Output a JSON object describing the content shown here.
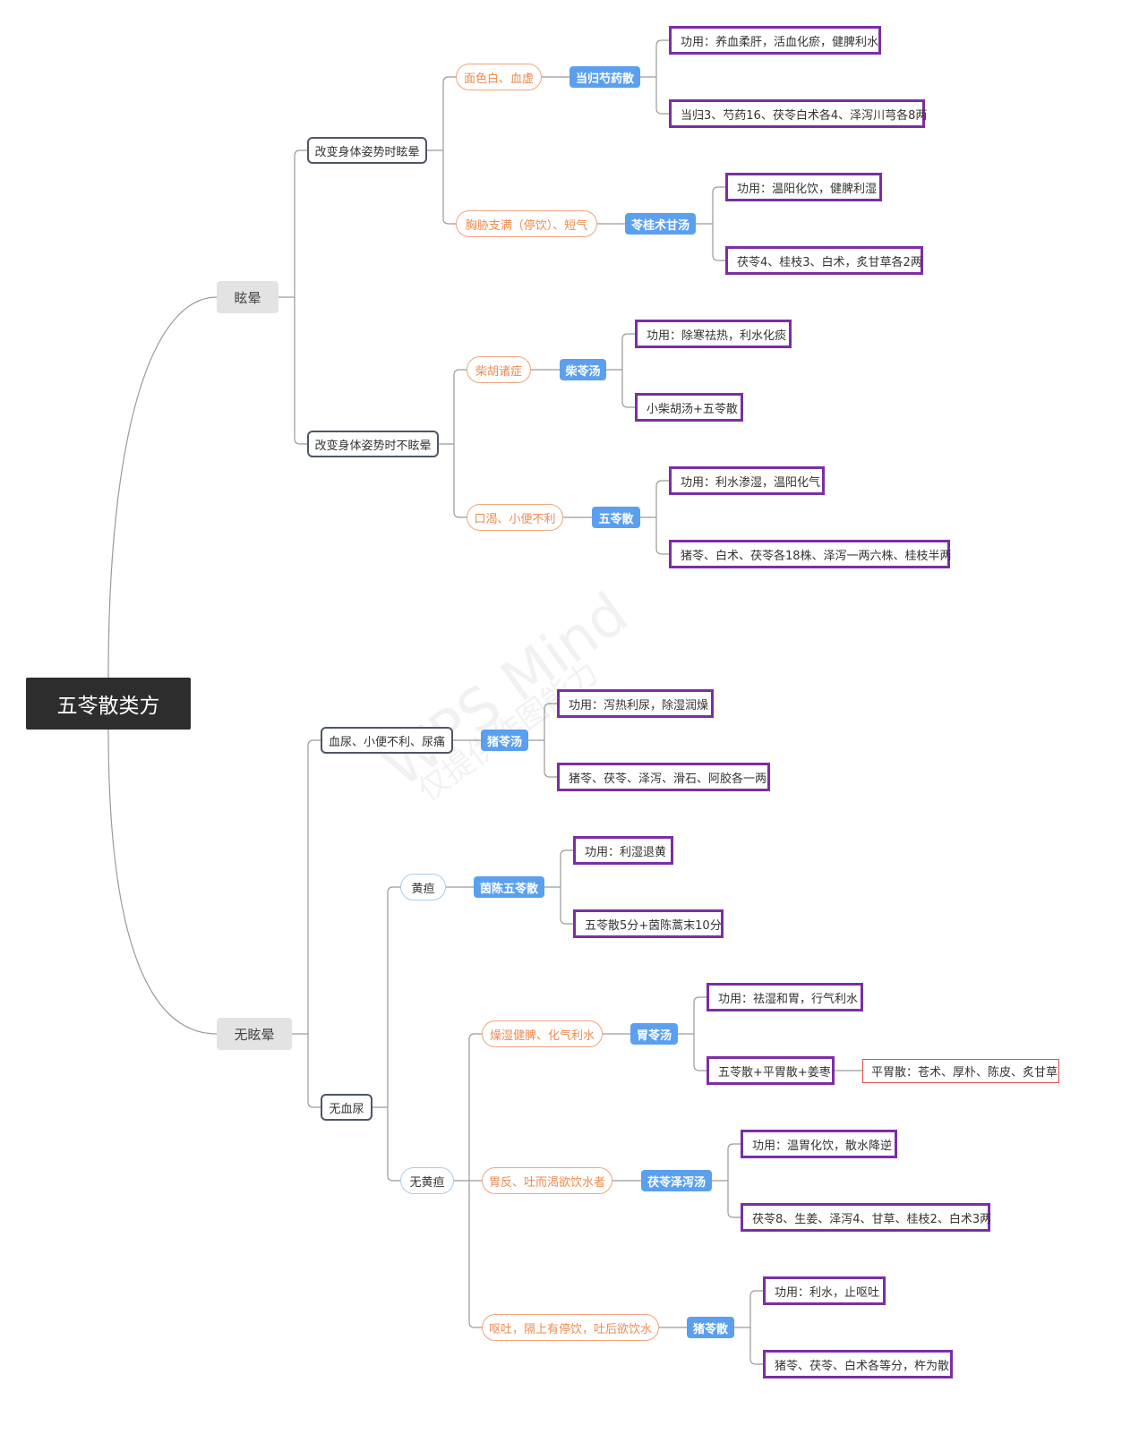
{
  "watermark": {
    "line1": "WPS Mind",
    "line2": "仅提供作图能力"
  },
  "colors": {
    "link": "#9a9a9a",
    "accent_blue": "#5aa0ef",
    "accent_orange": "#ee8a4f",
    "leaf_border": "#7b2ea5"
  },
  "mindmap": {
    "root": "五苓散类方",
    "branches": [
      {
        "label": "眩晕",
        "children": [
          {
            "label": "改变身体姿势时眩晕",
            "children": [
              {
                "symptom": "面色白、血虚",
                "formula": "当归芍药散",
                "effect": "功用：养血柔肝，活血化瘀，健脾利水",
                "composition": "当归3、芍药16、茯苓白术各4、泽泻川芎各8两"
              },
              {
                "symptom": "胸胁支满（停饮）、短气",
                "formula": "苓桂术甘汤",
                "effect": "功用：温阳化饮，健脾利湿",
                "composition": "茯苓4、桂枝3、白术，炙甘草各2两"
              }
            ]
          },
          {
            "label": "改变身体姿势时不眩晕",
            "children": [
              {
                "symptom": "柴胡诸症",
                "formula": "柴苓汤",
                "effect": "功用：除寒祛热，利水化痰",
                "composition": "小柴胡汤+五苓散"
              },
              {
                "symptom": "口渴、小便不利",
                "formula": "五苓散",
                "effect": "功用：利水渗湿，温阳化气",
                "composition": "猪苓、白术、茯苓各18株、泽泻一两六株、桂枝半两"
              }
            ]
          }
        ]
      },
      {
        "label": "无眩晕",
        "children": [
          {
            "label": "血尿、小便不利、尿痛",
            "formula": "猪苓汤",
            "effect": "功用：泻热利尿，除湿润燥",
            "composition": "猪苓、茯苓、泽泻、滑石、阿胶各一两"
          },
          {
            "label": "无血尿",
            "children": [
              {
                "label": "黄疸",
                "formula": "茵陈五苓散",
                "effect": "功用：利湿退黄",
                "composition": "五苓散5分+茵陈蒿末10分"
              },
              {
                "label": "无黄疸",
                "children": [
                  {
                    "symptom": "燥湿健脾、化气利水",
                    "formula": "胃苓汤",
                    "effect": "功用：祛湿和胃，行气利水",
                    "composition": "五苓散+平胃散+姜枣",
                    "note": "平胃散：苍术、厚朴、陈皮、炙甘草"
                  },
                  {
                    "symptom": "胃反、吐而渴欲饮水者",
                    "formula": "茯苓泽泻汤",
                    "effect": "功用：温胃化饮，散水降逆",
                    "composition": "茯苓8、生姜、泽泻4、甘草、桂枝2、白术3两"
                  },
                  {
                    "symptom": "呕吐，隔上有停饮，吐后欲饮水",
                    "formula": "猪苓散",
                    "effect": "功用：利水，止呕吐",
                    "composition": "猪苓、茯苓、白术各等分，杵为散"
                  }
                ]
              }
            ]
          }
        ]
      }
    ]
  }
}
